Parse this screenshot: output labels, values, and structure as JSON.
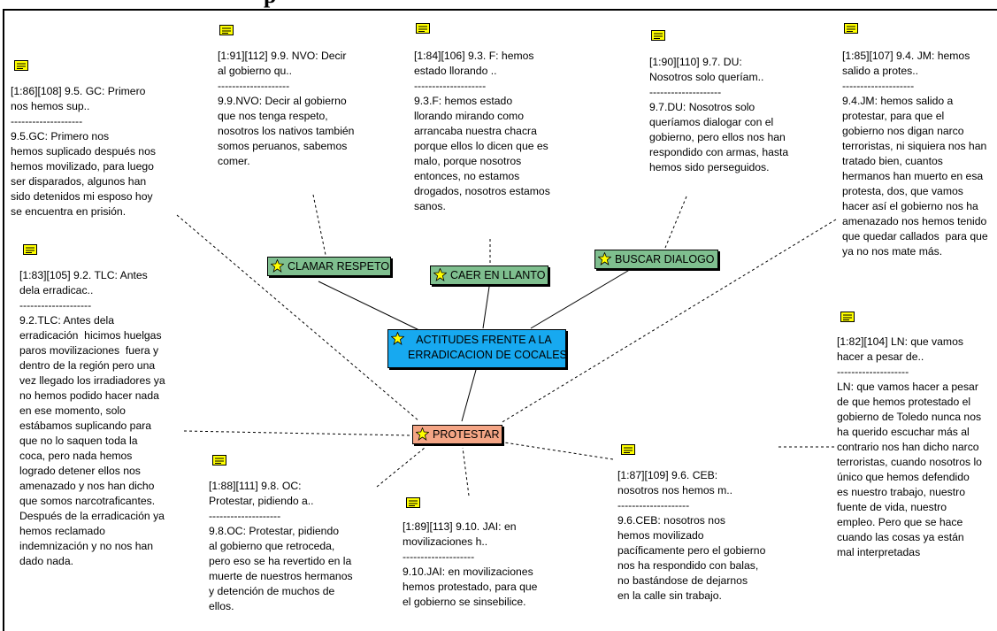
{
  "title_fragment": "p",
  "central_code": {
    "label_line1": "ACTITUDES FRENTE A LA",
    "label_line2": "ERRADICACION DE COCALES"
  },
  "codes": {
    "clamar": "CLAMAR RESPETO",
    "caer": "CAER EN LLANTO",
    "buscar": "BUSCAR DIALOGO",
    "protestar": "PROTESTAR"
  },
  "quotes": [
    {
      "id": "q95",
      "header": [
        "[1:86][108] 9.5. GC: Primero",
        "nos hemos sup.."
      ],
      "body": [
        "9.5.GC: Primero nos",
        "hemos suplicado después nos",
        "hemos movilizado, para luego",
        "ser disparados, algunos han",
        "sido detenidos mi esposo hoy",
        "se encuentra en prisión."
      ]
    },
    {
      "id": "q99",
      "header": [
        "[1:91][112] 9.9. NVO: Decir",
        "al gobierno qu.."
      ],
      "body": [
        "9.9.NVO: Decir al gobierno",
        "que nos tenga respeto,",
        "nosotros los nativos también",
        "somos peruanos, sabemos",
        "comer."
      ]
    },
    {
      "id": "q93",
      "header": [
        "[1:84][106] 9.3. F: hemos",
        "estado llorando .."
      ],
      "body": [
        "9.3.F: hemos estado",
        "llorando mirando como",
        "arrancaba nuestra chacra",
        "porque ellos lo dicen que es",
        "malo, porque nosotros",
        "entonces, no estamos",
        "drogados, nosotros estamos",
        "sanos."
      ]
    },
    {
      "id": "q97",
      "header": [
        "[1:90][110] 9.7. DU:",
        "Nosotros solo queríam.."
      ],
      "body": [
        "9.7.DU: Nosotros solo",
        "queríamos dialogar con el",
        "gobierno, pero ellos nos han",
        "respondido con armas, hasta",
        "hemos sido perseguidos."
      ]
    },
    {
      "id": "q94",
      "header": [
        "[1:85][107] 9.4. JM: hemos",
        "salido a protes.."
      ],
      "body": [
        "9.4.JM: hemos salido a",
        "protestar, para que el",
        "gobierno nos digan narco",
        "terroristas, ni siquiera nos han",
        "tratado bien, cuantos",
        "hermanos han muerto en esa",
        "protesta, dos, que vamos",
        "hacer así el gobierno nos ha",
        "amenazado nos hemos tenido",
        "que quedar callados  para que",
        "ya no nos mate más."
      ]
    },
    {
      "id": "q92",
      "header": [
        "[1:83][105] 9.2. TLC: Antes",
        "dela erradicac.."
      ],
      "body": [
        "9.2.TLC: Antes dela",
        "erradicación  hicimos huelgas",
        "paros movilizaciones  fuera y",
        "dentro de la región pero una",
        "vez llegado los irradiadores ya",
        "no hemos podido hacer nada",
        "en ese momento, solo",
        "estábamos suplicando para",
        "que no lo saquen toda la",
        "coca, pero nada hemos",
        "logrado detener ellos nos",
        "amenazado y nos han dicho",
        "que somos narcotraficantes.",
        "Después de la erradicación ya",
        "hemos reclamado",
        "indemnización y no nos han",
        "dado nada."
      ]
    },
    {
      "id": "qln",
      "header": [
        "[1:82][104] LN: que vamos",
        "hacer a pesar de.."
      ],
      "body": [
        "LN: que vamos hacer a pesar",
        "de que hemos protestado el",
        "gobierno de Toledo nunca nos",
        "ha querido escuchar más al",
        "contrario nos han dicho narco",
        "terroristas, cuando nosotros lo",
        "único que hemos defendido",
        "es nuestro trabajo, nuestro",
        "fuente de vida, nuestro",
        "empleo. Pero que se hace",
        "cuando las cosas ya están",
        "mal interpretadas"
      ]
    },
    {
      "id": "q98",
      "header": [
        "[1:88][111] 9.8. OC:",
        "Protestar, pidiendo a.."
      ],
      "body": [
        "9.8.OC: Protestar, pidiendo",
        "al gobierno que retroceda,",
        "pero eso se ha revertido en la",
        "muerte de nuestros hermanos",
        "y detención de muchos de",
        "ellos."
      ]
    },
    {
      "id": "q910",
      "header": [
        "[1:89][113] 9.10. JAI: en",
        "movilizaciones h.."
      ],
      "body": [
        "9.10.JAI: en movilizaciones",
        "hemos protestado, para que",
        "el gobierno se sinsebilice."
      ]
    },
    {
      "id": "q96",
      "header": [
        "[1:87][109] 9.6. CEB:",
        "nosotros nos hemos m.."
      ],
      "body": [
        "9.6.CEB: nosotros nos",
        "hemos movilizado",
        "pacíficamente pero el gobierno",
        "nos ha respondido con balas,",
        "no bastándose de dejarnos",
        "en la calle sin trabajo."
      ]
    }
  ],
  "separator": "--------------------",
  "colors": {
    "code_green": "#7fbf8f",
    "code_orange": "#f4a585",
    "code_blue": "#17a9f0",
    "note_yellow": "#ffff00"
  }
}
